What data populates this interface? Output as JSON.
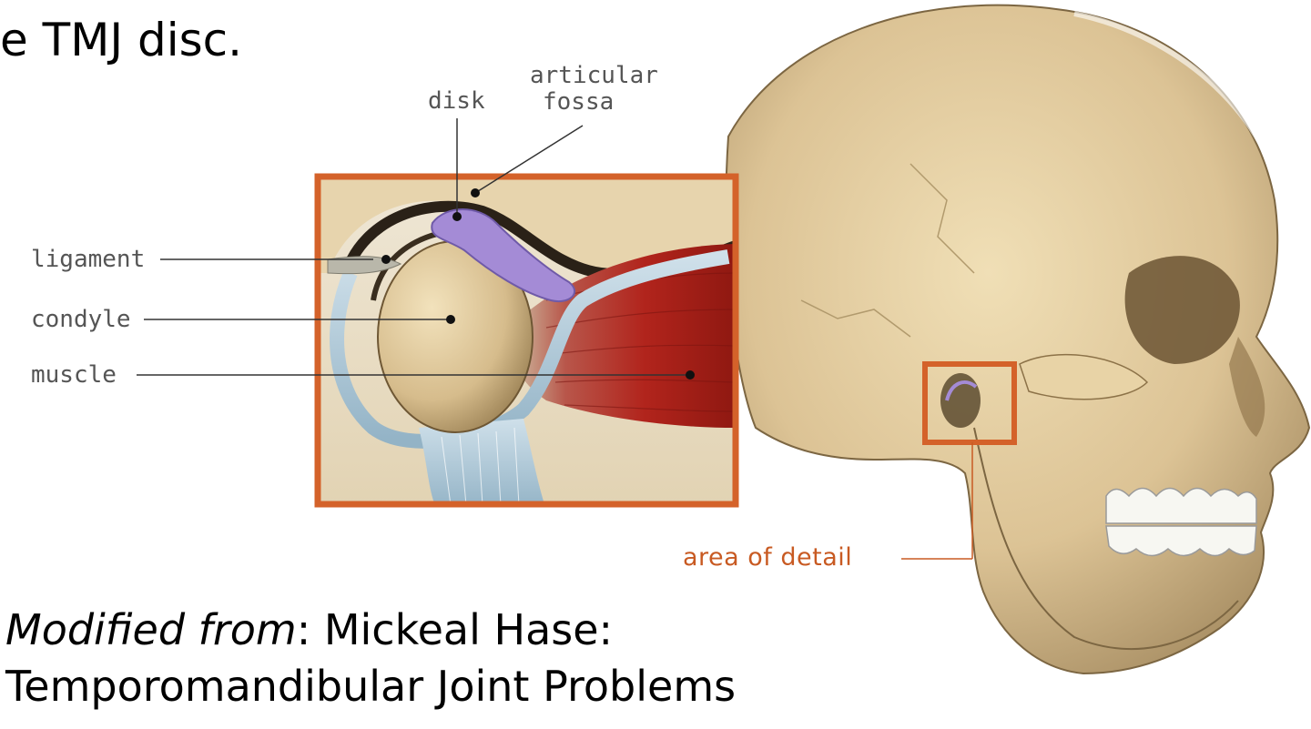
{
  "heading": {
    "text": "e TMJ disc."
  },
  "labels": {
    "disk": "disk",
    "articular_line1": "articular",
    "articular_line2": "fossa",
    "ligament": "ligament",
    "condyle": "condyle",
    "muscle": "muscle",
    "area_of_detail": "area of detail"
  },
  "credit": {
    "prefix_italic": "Modified from",
    "prefix_rest": ": Mickeal Hase:",
    "line2": "Temporomandibular Joint Problems"
  },
  "colors": {
    "detail_frame": "#d4622a",
    "bone": "#d8c297",
    "muscle": "#b3261e",
    "disk": "#a48bd6",
    "cartilage": "#b9d0dc"
  }
}
